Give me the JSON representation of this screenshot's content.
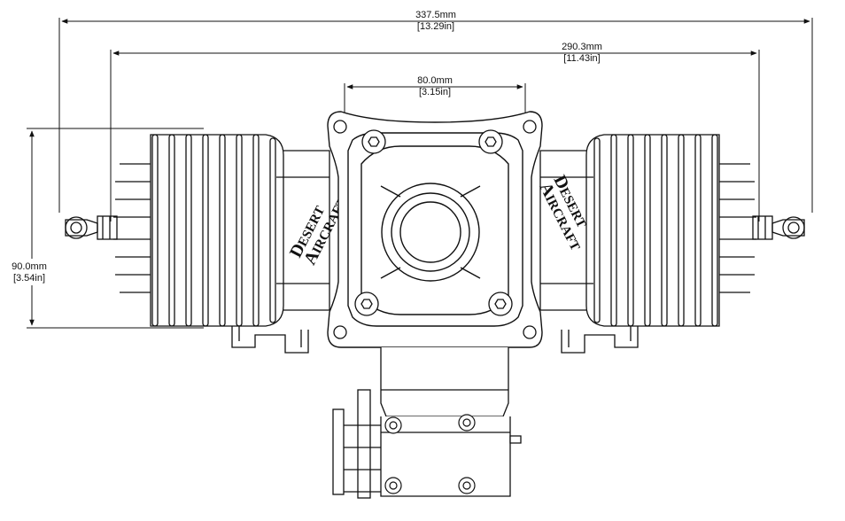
{
  "dimensions": {
    "overall_width": {
      "metric": "337.5mm",
      "imperial": "[13.29in]"
    },
    "plug_width": {
      "metric": "290.3mm",
      "imperial": "[11.43in]"
    },
    "mount_width": {
      "metric": "80.0mm",
      "imperial": "[3.15in]"
    },
    "height": {
      "metric": "90.0mm",
      "imperial": "[3.54in]"
    }
  },
  "branding": {
    "left": {
      "initial1": "D",
      "rest1": "ESERT",
      "initial2": "A",
      "rest2": "IRCRAFT"
    },
    "right": {
      "initial1": "D",
      "rest1": "ESERT",
      "initial2": "A",
      "rest2": "IRCRAFT"
    }
  }
}
